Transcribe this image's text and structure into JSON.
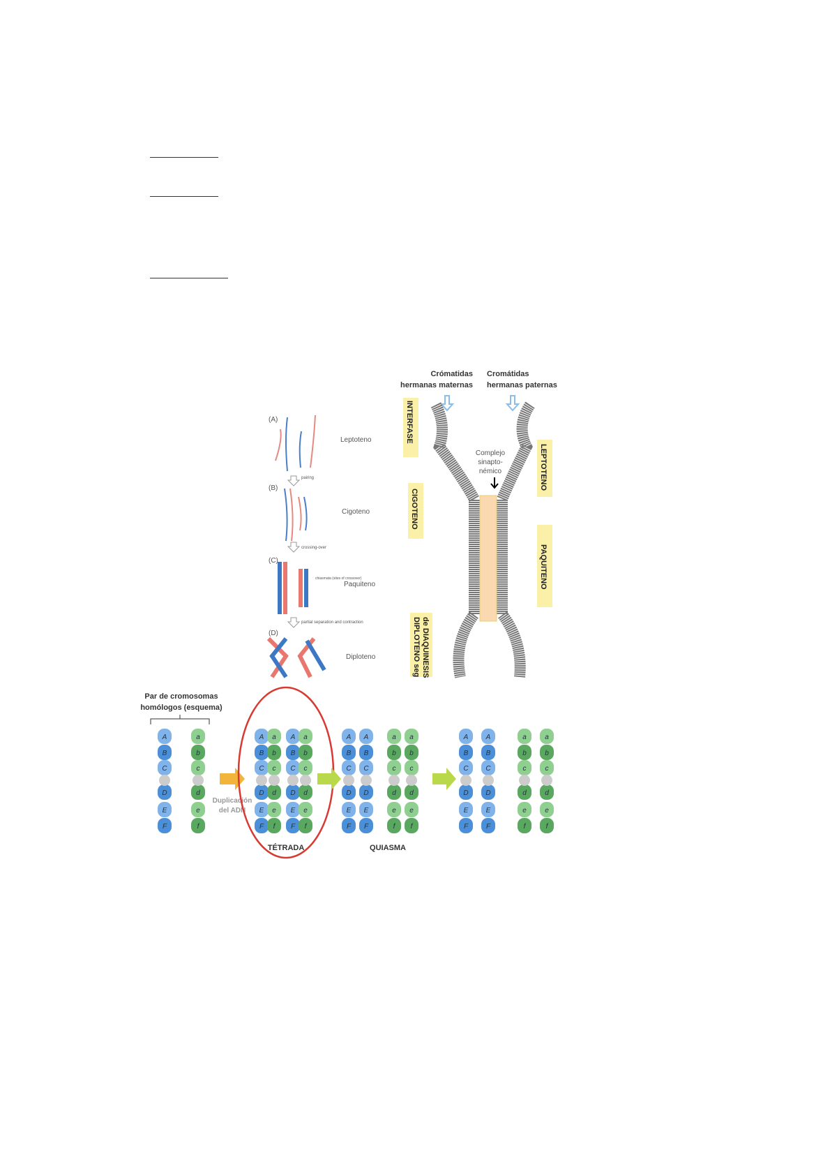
{
  "meiosis_stages_panel": {
    "stages": [
      "Leptoteno",
      "Cigoteno",
      "Paquiteno",
      "Diploteno"
    ],
    "panel_letters": [
      "(A)",
      "(B)",
      "(C)",
      "(D)"
    ],
    "transitions": [
      "pairing",
      "crossing-over",
      "partial separation and contraction"
    ],
    "chiasmata_note": "chiasmata (sites of crossover)"
  },
  "synaptonemal_panel": {
    "maternal_label": [
      "Crómatidas",
      "hermanas maternas"
    ],
    "paternal_label": [
      "Cromátidas",
      "hermanas paternas"
    ],
    "complex_label": [
      "Complejo",
      "sinapto-",
      "némico"
    ],
    "phases": [
      "INTERFASE",
      "CIGOTENO",
      "DIPLOTENO seg",
      "de DIAQUINESIS",
      "LEPTOTENO",
      "PAQUITENO"
    ]
  },
  "crossover_diagram": {
    "title": [
      "Par de cromosomas",
      "homólogos (esquema)"
    ],
    "step_label": [
      "Duplicación",
      "del ADN"
    ],
    "tetrada": "TÉTRADA",
    "quiasma": "QUIASMA",
    "upper_genes": [
      "A",
      "B",
      "C",
      "D",
      "E",
      "F"
    ],
    "lower_genes": [
      "a",
      "b",
      "c",
      "d",
      "e",
      "f"
    ],
    "colors": {
      "blue": "#4a8fd8",
      "green": "#5aa860",
      "highlight": "#d83a32",
      "arrow": "#f2b43a",
      "arrow2": "#b9d84a"
    }
  }
}
